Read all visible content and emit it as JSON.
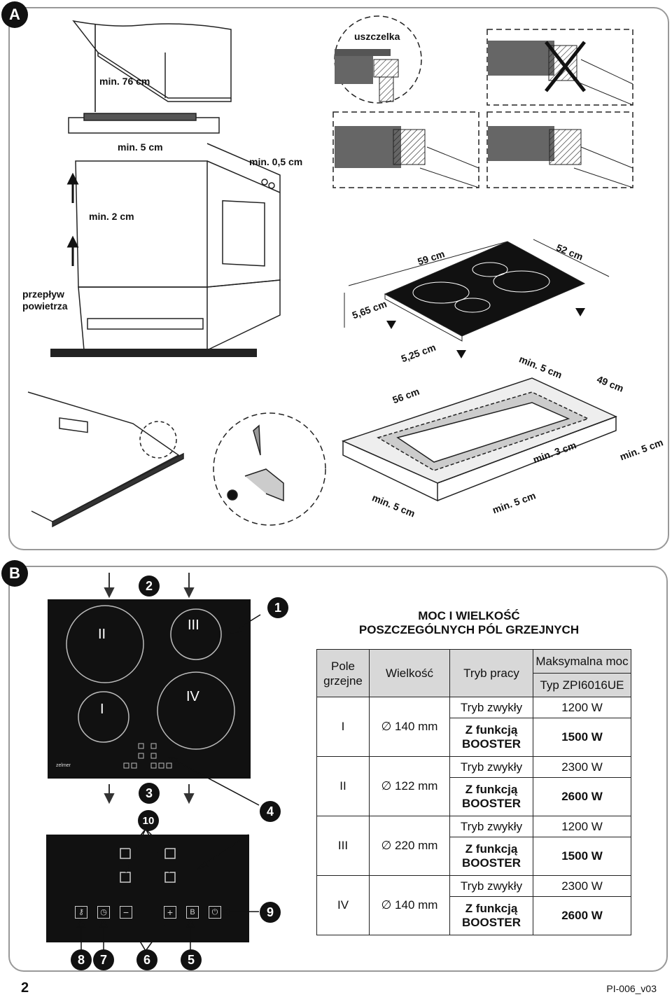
{
  "sections": {
    "a": "A",
    "b": "B"
  },
  "installation": {
    "labels": {
      "min76": "min. 76 cm",
      "min5a": "min. 5 cm",
      "min05": "min. 0,5 cm",
      "min2": "min. 2 cm",
      "airflow1": "przepływ",
      "airflow2": "powietrza",
      "seal": "uszczelka",
      "w59": "59 cm",
      "d52": "52 cm",
      "h565": "5,65 cm",
      "h525": "5,25 cm",
      "w56": "56 cm",
      "d49": "49 cm",
      "min5b": "min. 5 cm",
      "min3": "min. 3 cm",
      "min5c": "min. 5 cm",
      "min5d": "min. 5 cm",
      "min5e": "min. 5 cm"
    }
  },
  "hob": {
    "zones": [
      "I",
      "II",
      "III",
      "IV"
    ],
    "brand": "zelmer",
    "callouts": [
      "1",
      "2",
      "3",
      "4",
      "5",
      "6",
      "7",
      "8",
      "9",
      "10"
    ],
    "control_icons": [
      "key-icon",
      "clock-icon",
      "minus-icon",
      "plus-icon",
      "booster-icon",
      "power-icon"
    ],
    "booster_key": "B"
  },
  "table": {
    "title_line1": "MOC I WIELKOŚĆ",
    "title_line2": "POSZCZEGÓLNYCH PÓL GRZEJNYCH",
    "headers": {
      "zone": "Pole grzejne",
      "size": "Wielkość",
      "mode": "Tryb pracy",
      "max_power": "Maksymalna moc",
      "model": "Typ ZPI6016UE"
    },
    "rows": [
      {
        "zone": "I",
        "size": "∅ 140 mm",
        "normal_label": "Tryb zwykły",
        "normal": "1200 W",
        "booster_label1": "Z funkcją",
        "booster_label2": "BOOSTER",
        "booster": "1500 W"
      },
      {
        "zone": "II",
        "size": "∅ 122 mm",
        "normal_label": "Tryb zwykły",
        "normal": "2300 W",
        "booster_label1": "Z funkcją",
        "booster_label2": "BOOSTER",
        "booster": "2600 W"
      },
      {
        "zone": "III",
        "size": "∅ 220 mm",
        "normal_label": "Tryb zwykły",
        "normal": "1200 W",
        "booster_label1": "Z funkcją",
        "booster_label2": "BOOSTER",
        "booster": "1500 W"
      },
      {
        "zone": "IV",
        "size": "∅ 140 mm",
        "normal_label": "Tryb zwykły",
        "normal": "2300 W",
        "booster_label1": "Z funkcją",
        "booster_label2": "BOOSTER",
        "booster": "2600 W"
      }
    ]
  },
  "footer": {
    "page": "2",
    "code": "PI-006_v03"
  }
}
